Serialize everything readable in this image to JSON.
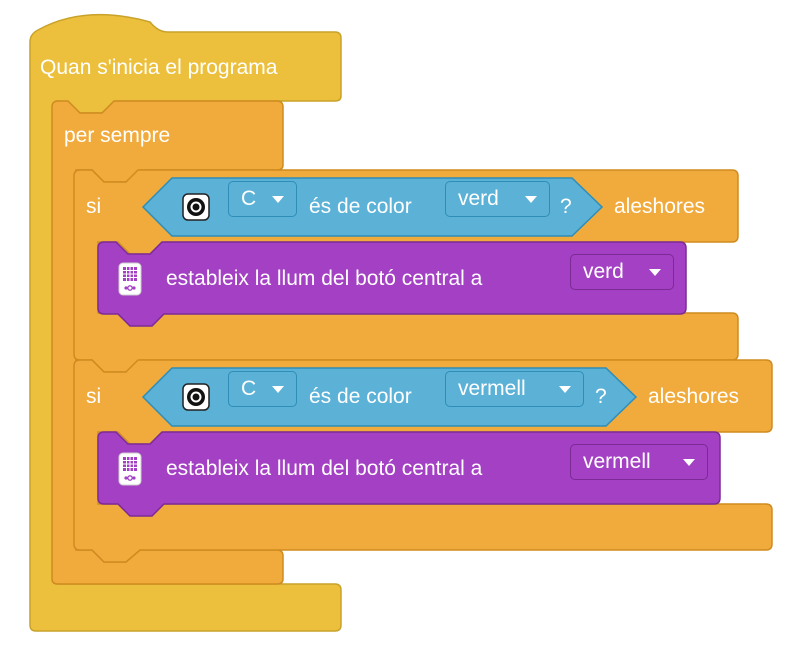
{
  "blocks": {
    "hat": {
      "label": "Quan s'inicia el programa"
    },
    "forever": {
      "label": "per sempre"
    },
    "if1": {
      "if_label": "si",
      "then_label": "aleshores",
      "sensor_port": "C",
      "is_color_label": "és de color",
      "color_value": "verd",
      "question": "?",
      "action": {
        "label": "estableix la llum del botó central a",
        "value": "verd"
      }
    },
    "if2": {
      "if_label": "si",
      "then_label": "aleshores",
      "sensor_port": "C",
      "is_color_label": "és de color",
      "color_value": "vermell",
      "question": "?",
      "action": {
        "label": "estableix la llum del botó central a",
        "value": "vermell"
      }
    }
  },
  "colors": {
    "events": "#ecc03c",
    "control": "#f1ab3c",
    "sensing": "#5cb1d6",
    "light": "#a440c3"
  },
  "icons": [
    "color-sensor-icon",
    "hub-icon",
    "dropdown-caret-icon"
  ]
}
